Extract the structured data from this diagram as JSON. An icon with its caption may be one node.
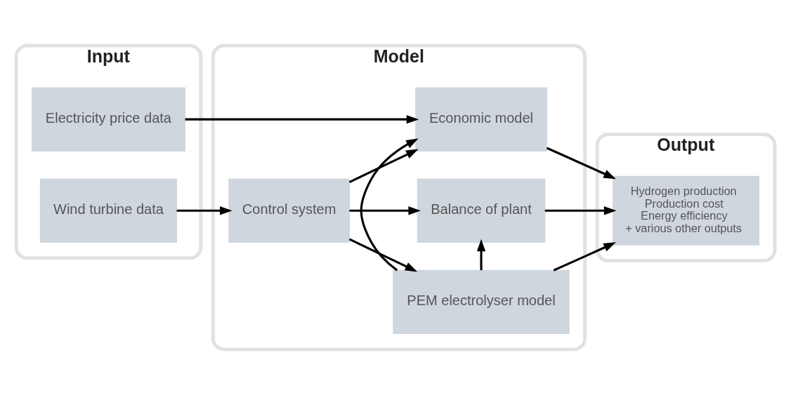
{
  "diagram": {
    "nodes": [
      {
        "text": [
          "Input"
        ]
      },
      {
        "text": [
          "Electricity price data"
        ],
        "in": 0
      },
      {
        "text": [
          "Wind turbine data"
        ],
        "in": 0
      },
      {
        "text": [
          "Model"
        ]
      },
      {
        "text": [
          "Control system"
        ],
        "in": 3
      },
      {
        "text": [
          "Economic model"
        ],
        "in": 3
      },
      {
        "text": [
          "PEM electrolyser model"
        ],
        "in": 3
      },
      {
        "text": [
          "Balance of plant"
        ],
        "in": 3
      },
      {
        "text": [
          "Output"
        ]
      },
      {
        "text": [
          "Hydrogen production",
          "Production cost",
          "Energy efficiency",
          "+ various other outputs"
        ],
        "in": 8
      }
    ],
    "edges": [
      {
        "from": 1,
        "to": 5,
        "arrow": "to"
      },
      {
        "from": 2,
        "to": 4,
        "arrow": "to"
      },
      {
        "from": 4,
        "to": 5,
        "arrow": "to"
      },
      {
        "from": 4,
        "to": 6,
        "arrow": "to"
      },
      {
        "from": 4,
        "to": 7,
        "arrow": "to"
      },
      {
        "from": 6,
        "to": 5,
        "arrow": "to"
      },
      {
        "from": 6,
        "to": 7,
        "arrow": "to"
      },
      {
        "from": 5,
        "to": 9,
        "arrow": "to"
      },
      {
        "from": 6,
        "to": 9,
        "arrow": "to"
      },
      {
        "from": 7,
        "to": 9,
        "arrow": "to"
      }
    ]
  }
}
